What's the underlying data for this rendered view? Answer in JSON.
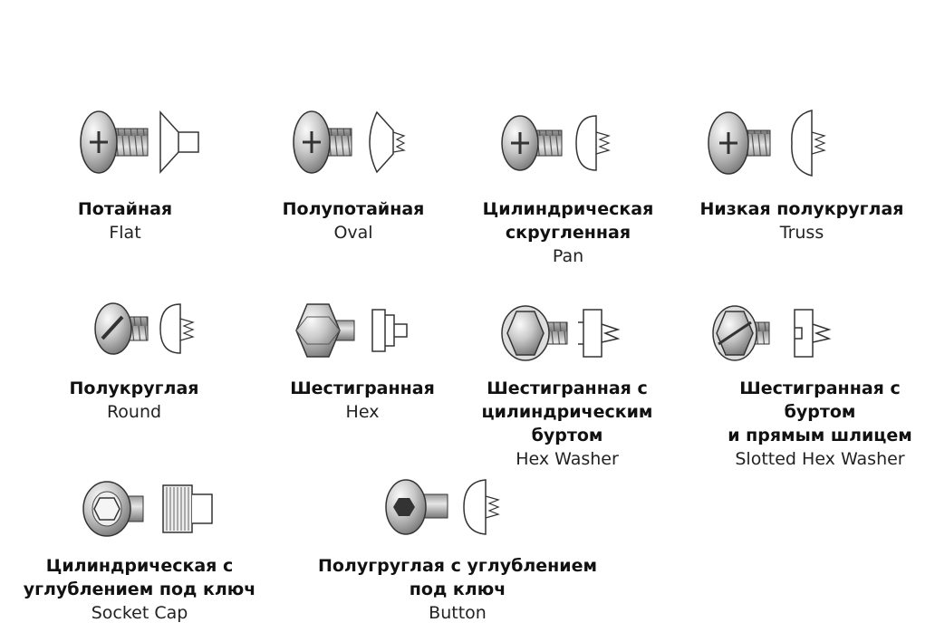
{
  "screws": [
    {
      "ru": "Потайная",
      "en": "Flat"
    },
    {
      "ru": "Полупотайная",
      "en": "Oval"
    },
    {
      "ru": "Цилиндрическая\nскругленная",
      "en": "Pan"
    },
    {
      "ru": "Низкая полукруглая",
      "en": "Truss"
    },
    {
      "ru": "Полукруглая",
      "en": "Round"
    },
    {
      "ru": "Шестигранная",
      "en": "Hex"
    },
    {
      "ru": "Шестигранная с\nцилиндрическим буртом",
      "en": "Hex Washer"
    },
    {
      "ru": "Шестигранная с буртом\nи прямым шлицем",
      "en": "Slotted Hex Washer"
    },
    {
      "ru": "Цилиндрическая с\nуглублением под ключ",
      "en": "Socket Cap"
    },
    {
      "ru": "Полугруглая с углублением\nпод ключ",
      "en": "Button"
    }
  ]
}
